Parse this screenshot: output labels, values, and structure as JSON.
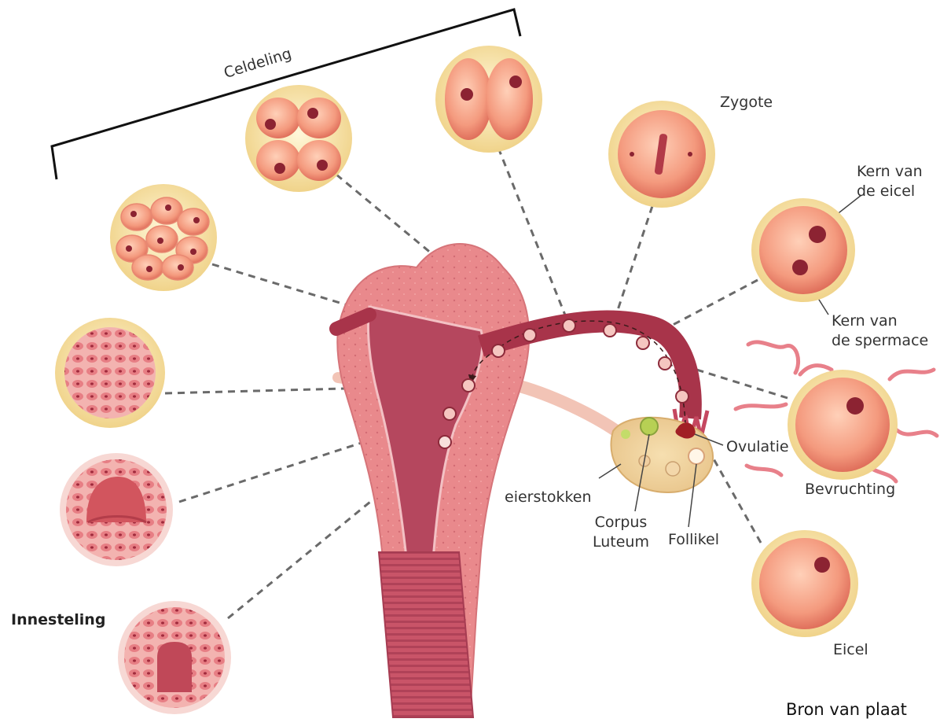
{
  "labels": {
    "celdeling": "Celdeling",
    "zygote": "Zygote",
    "kern_eicel": "Kern van\nde eicel",
    "kern_spermacel": "Kern van\nde spermace",
    "ovulatie": "Ovulatie",
    "bevruchting": "Bevruchting",
    "eierstokken": "eierstokken",
    "corpus_luteum": "Corpus\nLuteum",
    "follikel": "Follikel",
    "eicel": "Eicel",
    "innesteling": "Innesteling",
    "source": "Bron van plaat"
  },
  "colors": {
    "shell": "#f7e3a6",
    "cell_fill": "#f4a58c",
    "uterus_outer": "#e98e8f",
    "uterus_inner": "#b34a5c",
    "tube": "#a8344a",
    "nucleus": "#8c2332",
    "line": "#666666"
  }
}
